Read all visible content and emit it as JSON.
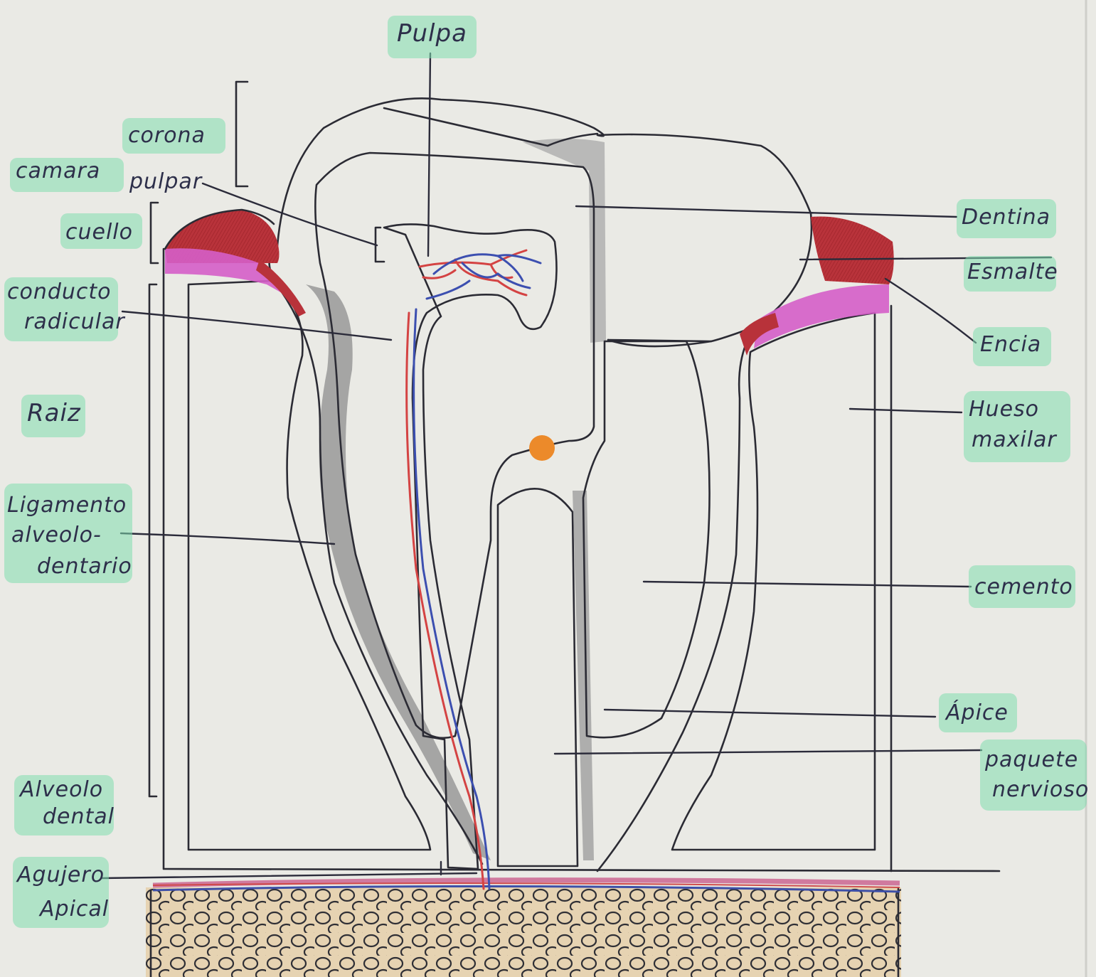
{
  "colors": {
    "paper": "#e9e9e4",
    "highlighter": "#7fdcae",
    "ink": "#2b2b34",
    "dentin": "#9a6c4c",
    "cementum": "#ee8c2c",
    "gum": "#b8323a",
    "gum_pink": "#d55ec8",
    "bone": "#e4d1b0",
    "ligament": "#9a9a9a",
    "artery": "#d44343",
    "vein": "#3c4fb0"
  },
  "labels": {
    "pulpa": "Pulpa",
    "corona": "corona",
    "camara": "camara",
    "pulpar": "pulpar",
    "cuello": "cuello",
    "conducto_l1": "conducto",
    "conducto_l2": "radicular",
    "raiz": "Raiz",
    "ligamento_l1": "Ligamento",
    "ligamento_l2": "alveolo-",
    "ligamento_l3": "dentario",
    "alveolo_l1": "Alveolo",
    "alveolo_l2": "dental",
    "agujero_l1": "Agujero",
    "agujero_l2": "Apical",
    "dentina": "Dentina",
    "esmalte": "Esmalte",
    "encia": "Encia",
    "hueso_l1": "Hueso",
    "hueso_l2": "maxilar",
    "cemento": "cemento",
    "apice": "Ápice",
    "paquete_l1": "paquete",
    "paquete_l2": "nervioso"
  },
  "icons": [
    "tooth-diagram",
    "bone-texture",
    "blood-vessels"
  ]
}
